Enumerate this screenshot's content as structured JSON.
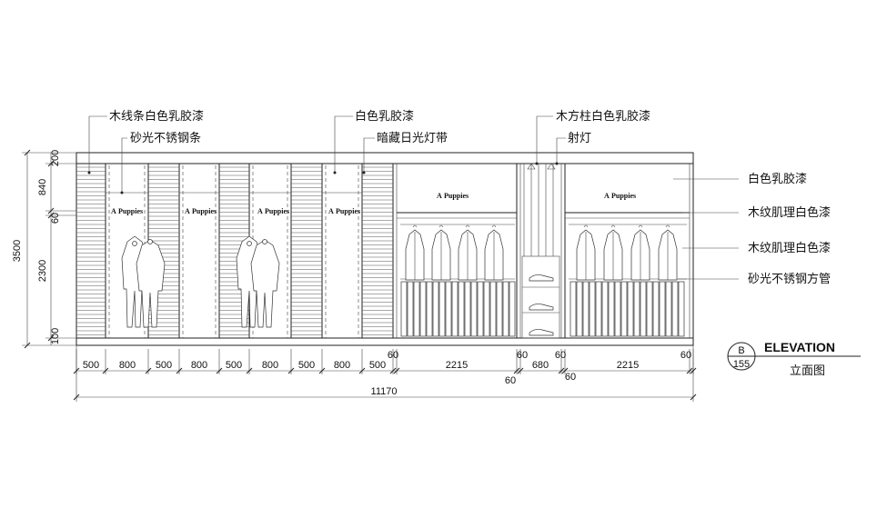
{
  "labels": {
    "wood_strip_white_latex": "木线条白色乳胶漆",
    "satin_stainless_strip": "砂光不锈钢条",
    "white_latex_top": "白色乳胶漆",
    "hidden_fluorescent": "暗藏日光灯带",
    "wood_column_white_latex": "木方柱白色乳胶漆",
    "spotlight": "射灯",
    "white_latex_right": "白色乳胶漆",
    "wood_grain_white_1": "木纹肌理白色漆",
    "wood_grain_white_2": "木纹肌理白色漆",
    "satin_stainless_tube": "砂光不锈钢方管"
  },
  "vertical_dims": {
    "total": "3500",
    "d200": "200",
    "d840": "840",
    "d60": "60",
    "d2300": "2300",
    "d100": "100"
  },
  "horizontal_dims": {
    "segments": [
      "500",
      "800",
      "500",
      "800",
      "500",
      "800",
      "500",
      "800",
      "500"
    ],
    "right_60a": "60",
    "right_2215a": "2215",
    "right_60b": "60",
    "right_680": "680",
    "right_60c": "60",
    "right_2215b": "2215",
    "right_60d": "60",
    "below_60a": "60",
    "below_60b": "60",
    "total": "11170"
  },
  "brand": {
    "name": "Puppies",
    "mark": "A"
  },
  "title_block": {
    "section_letter": "B",
    "sheet_number": "155",
    "title_en": "ELEVATION",
    "title_cn": "立面图"
  }
}
